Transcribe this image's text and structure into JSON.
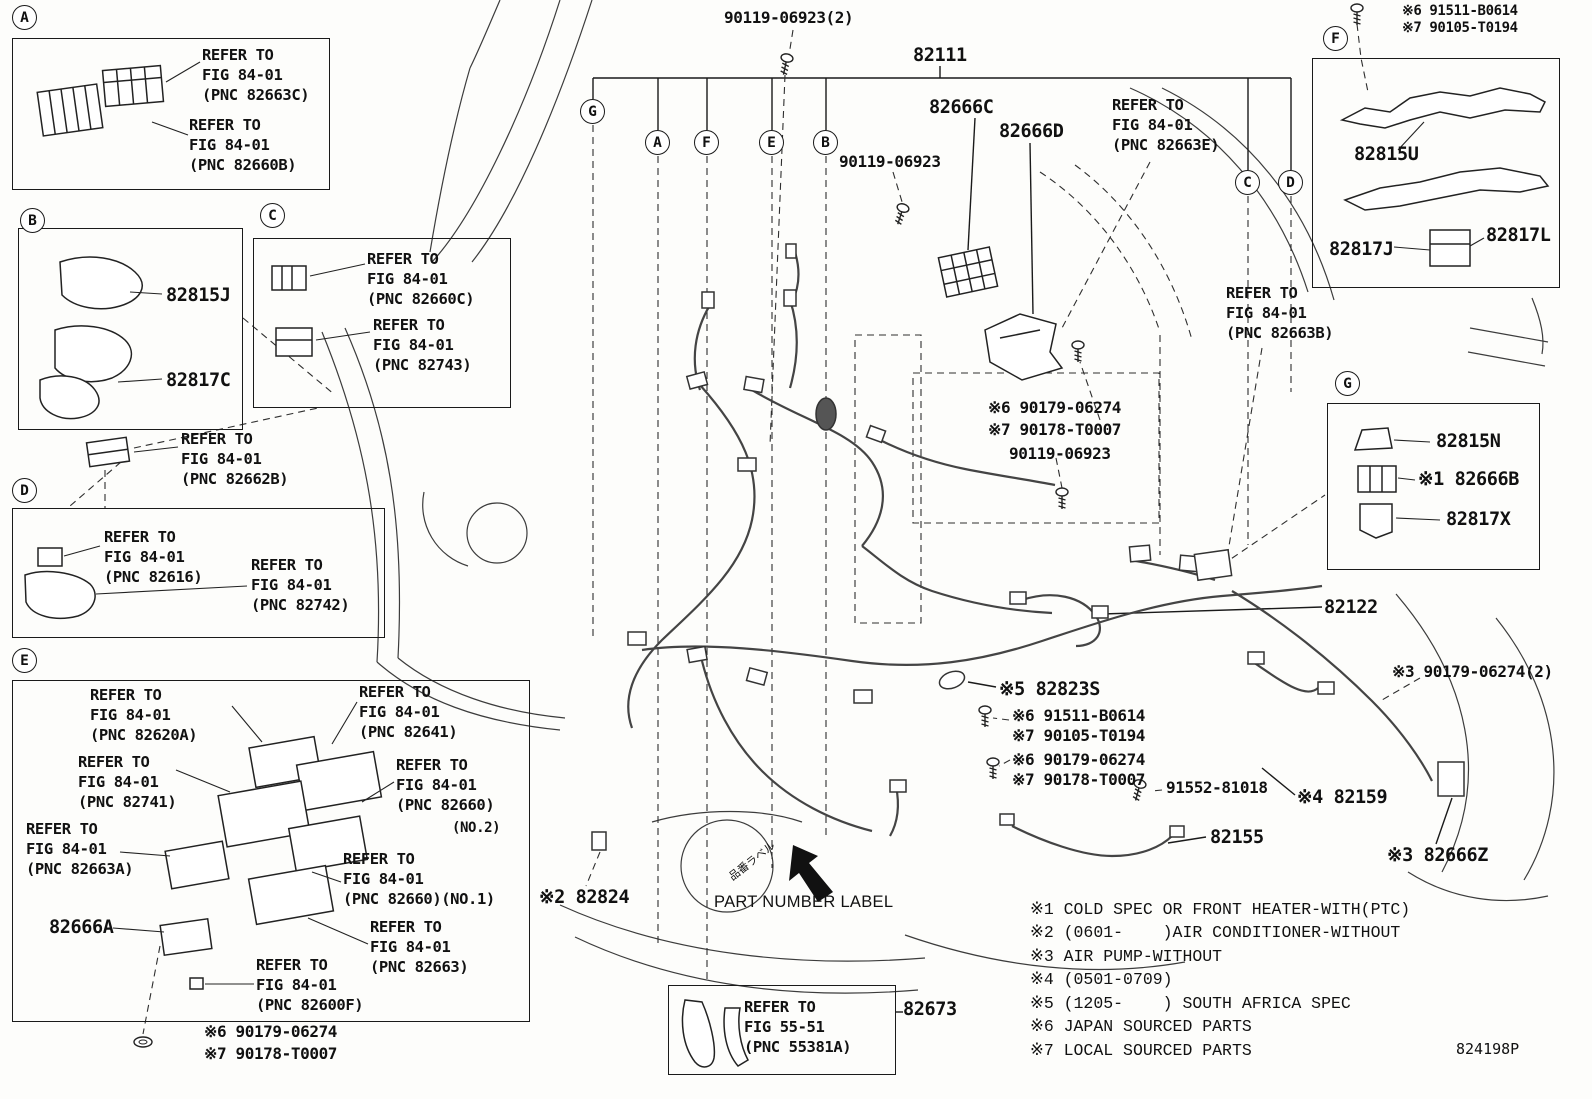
{
  "diagram_id": "824198P",
  "callouts": {
    "a": "A",
    "b": "B",
    "c": "C",
    "d": "D",
    "e": "E",
    "f": "F",
    "g": "G"
  },
  "labels": {
    "bolt_top": "90119-06923(2)",
    "p82111": "82111",
    "p82666c": "82666C",
    "p82666d": "82666D",
    "ref_82663e": "REFER TO\nFIG 84-01\n(PNC 82663E)",
    "bolt_mid_left": "90119-06923",
    "f6_91511": "※6 91511-B0614",
    "f7_90105": "※7 90105-T0194",
    "p82815u": "82815U",
    "p82817j": "82817J",
    "p82817l": "82817L",
    "ref_82663c": "REFER TO\nFIG 84-01\n(PNC 82663C)",
    "ref_82660b": "REFER TO\nFIG 84-01\n(PNC 82660B)",
    "p82815j": "82815J",
    "p82817c": "82817C",
    "ref_82660c": "REFER TO\nFIG 84-01\n(PNC 82660C)",
    "ref_82743": "REFER TO\nFIG 84-01\n(PNC 82743)",
    "ref_82662b": "REFER TO\nFIG 84-01\n(PNC 82662B)",
    "ref_82616": "REFER TO\nFIG 84-01\n(PNC 82616)",
    "ref_82742": "REFER TO\nFIG 84-01\n(PNC 82742)",
    "ref_82663b": "REFER TO\nFIG 84-01\n(PNC 82663B)",
    "m6_90179": "※6 90179-06274",
    "m7_90178": "※7 90178-T0007",
    "bolt_mid_right": "90119-06923",
    "p82815n": "82815N",
    "p82666b": "※1 82666B",
    "p82817x": "82817X",
    "p82122": "82122",
    "r3_90179": "※3 90179-06274(2)",
    "p82823s": "※5 82823S",
    "r6_91511": "※6 91511-B0614",
    "r7_90105": "※7 90105-T0194",
    "r6_90179": "※6 90179-06274",
    "r7_90178": "※7 90178-T0007",
    "p91552": "91552-81018",
    "p82159": "※4 82159",
    "p82155": "82155",
    "p82666z": "※3 82666Z",
    "p82824": "※2 82824",
    "part_number_label": "PART NUMBER LABEL",
    "part_number_label_jp": "品番ラベル",
    "p82673": "82673",
    "ref_55381a": "REFER TO\nFIG 55-51\n(PNC 55381A)",
    "ref_82620a": "REFER TO\nFIG 84-01\n(PNC 82620A)",
    "ref_82641": "REFER TO\nFIG 84-01\n(PNC 82641)",
    "ref_82741": "REFER TO\nFIG 84-01\n(PNC 82741)",
    "ref_82660_no2": "REFER TO\nFIG 84-01\n(PNC 82660)",
    "no2": "(NO.2)",
    "ref_82663a": "REFER TO\nFIG 84-01\n(PNC 82663A)",
    "ref_82660_no1": "REFER TO\nFIG 84-01\n(PNC 82660)(NO.1)",
    "p82666a": "82666A",
    "ref_82663": "REFER TO\nFIG 84-01\n(PNC 82663)",
    "ref_82600f": "REFER TO\nFIG 84-01\n(PNC 82600F)",
    "e6_90179": "※6 90179-06274",
    "e7_90178": "※7 90178-T0007"
  },
  "notes": [
    "※1 COLD SPEC OR FRONT HEATER-WITH(PTC)",
    "※2 (0601-    )AIR CONDITIONER-WITHOUT",
    "※3 AIR PUMP-WITHOUT",
    "※4 (0501-0709)",
    "※5 (1205-    ) SOUTH AFRICA SPEC",
    "※6 JAPAN SOURCED PARTS",
    "※7 LOCAL SOURCED PARTS"
  ]
}
